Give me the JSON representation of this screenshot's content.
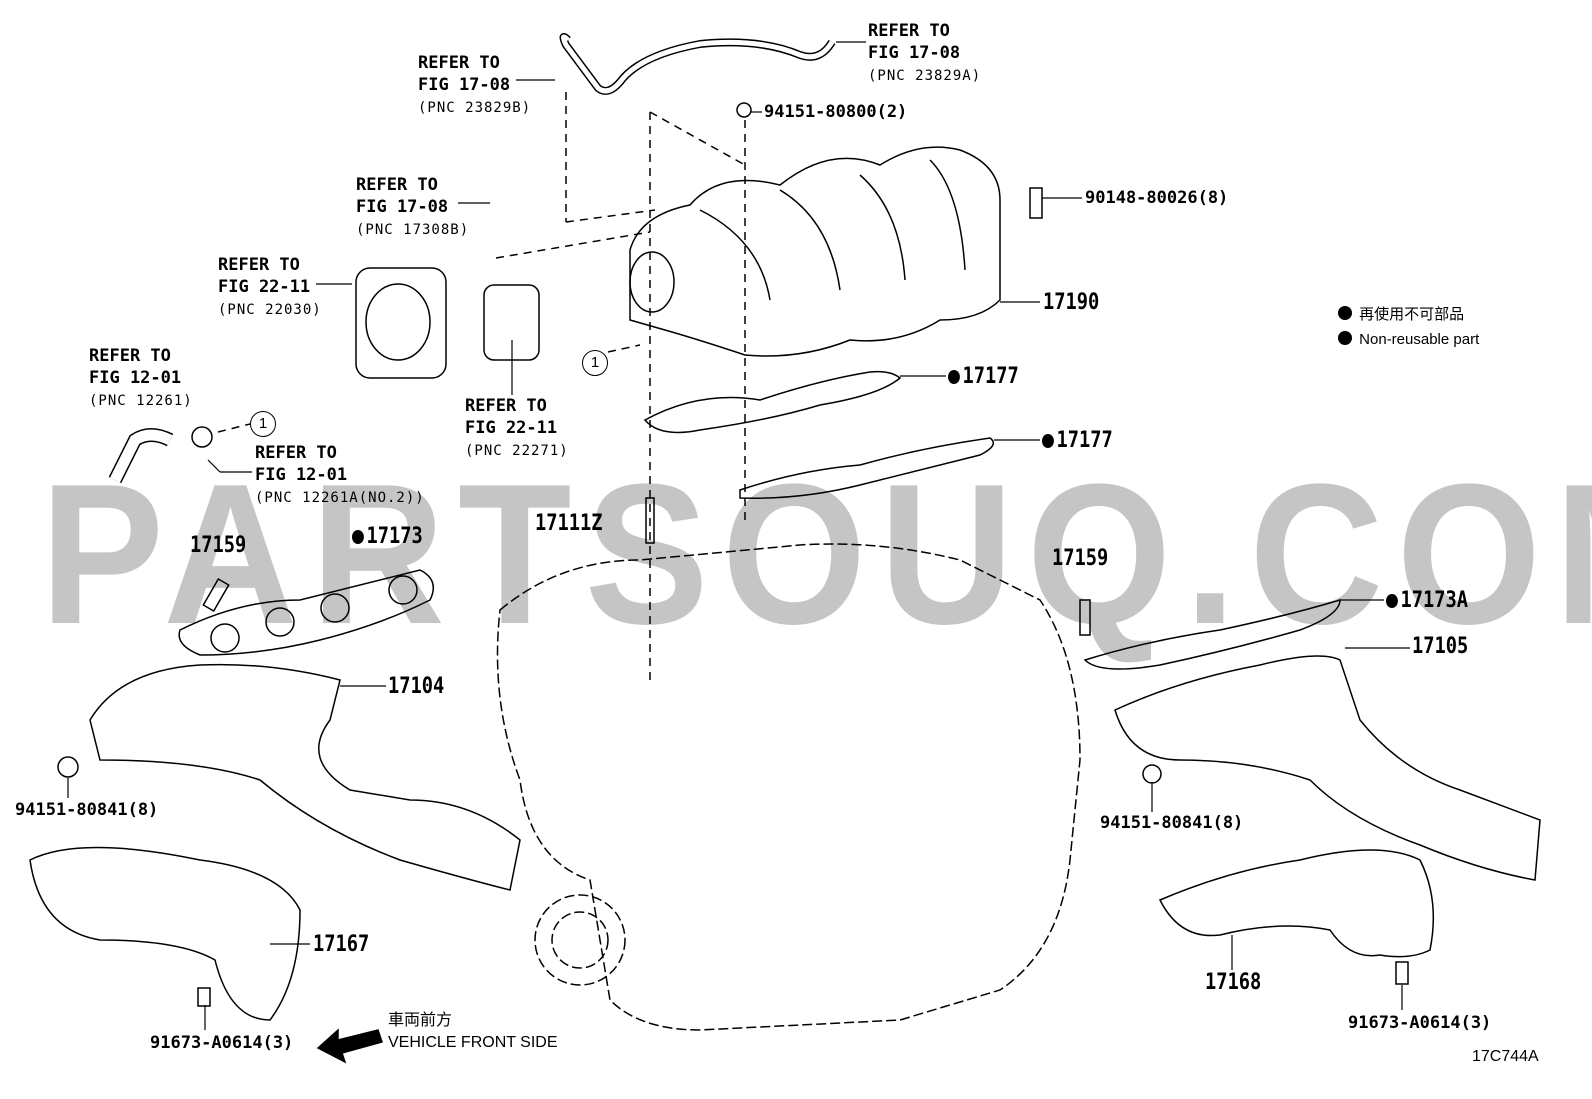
{
  "watermark": "PARTSOUQ.COM",
  "refs": [
    {
      "l1": "REFER TO",
      "l2": "FIG 17-08",
      "l3": "(PNC 23829B)"
    },
    {
      "l1": "REFER TO",
      "l2": "FIG 17-08",
      "l3": "(PNC 23829A)"
    },
    {
      "l1": "REFER TO",
      "l2": "FIG 17-08",
      "l3": "(PNC 17308B)"
    },
    {
      "l1": "REFER TO",
      "l2": "FIG 22-11",
      "l3": "(PNC 22030)"
    },
    {
      "l1": "REFER TO",
      "l2": "FIG 22-11",
      "l3": "(PNC 22271)"
    },
    {
      "l1": "REFER TO",
      "l2": "FIG 12-01",
      "l3": "(PNC 12261)"
    },
    {
      "l1": "REFER TO",
      "l2": "FIG 12-01",
      "l3": "(PNC 12261A(NO.2))"
    }
  ],
  "parts": {
    "nut_top": "94151-80800(2)",
    "bolt_top": "90148-80026(8)",
    "manifold": "17190",
    "gasket_a": "17177",
    "gasket_b": "17177",
    "stud_center": "17111Z",
    "stud_left": "17159",
    "gasket_left": "17173",
    "stud_right": "17159",
    "gasket_right": "17173A",
    "exh_right": "17105",
    "exh_left": "17104",
    "nut_left": "94151-80841(8)",
    "nut_right": "94151-80841(8)",
    "insulator_left": "17167",
    "insulator_right": "17168",
    "bolt_left": "91673-A0614(3)",
    "bolt_right": "91673-A0614(3)"
  },
  "callout_marker": "1",
  "legend": {
    "jp": "再使用不可部品",
    "en": "Non-reusable part"
  },
  "front": {
    "jp": "車両前方",
    "en": "VEHICLE FRONT SIDE"
  },
  "figure_code": "17C744A"
}
